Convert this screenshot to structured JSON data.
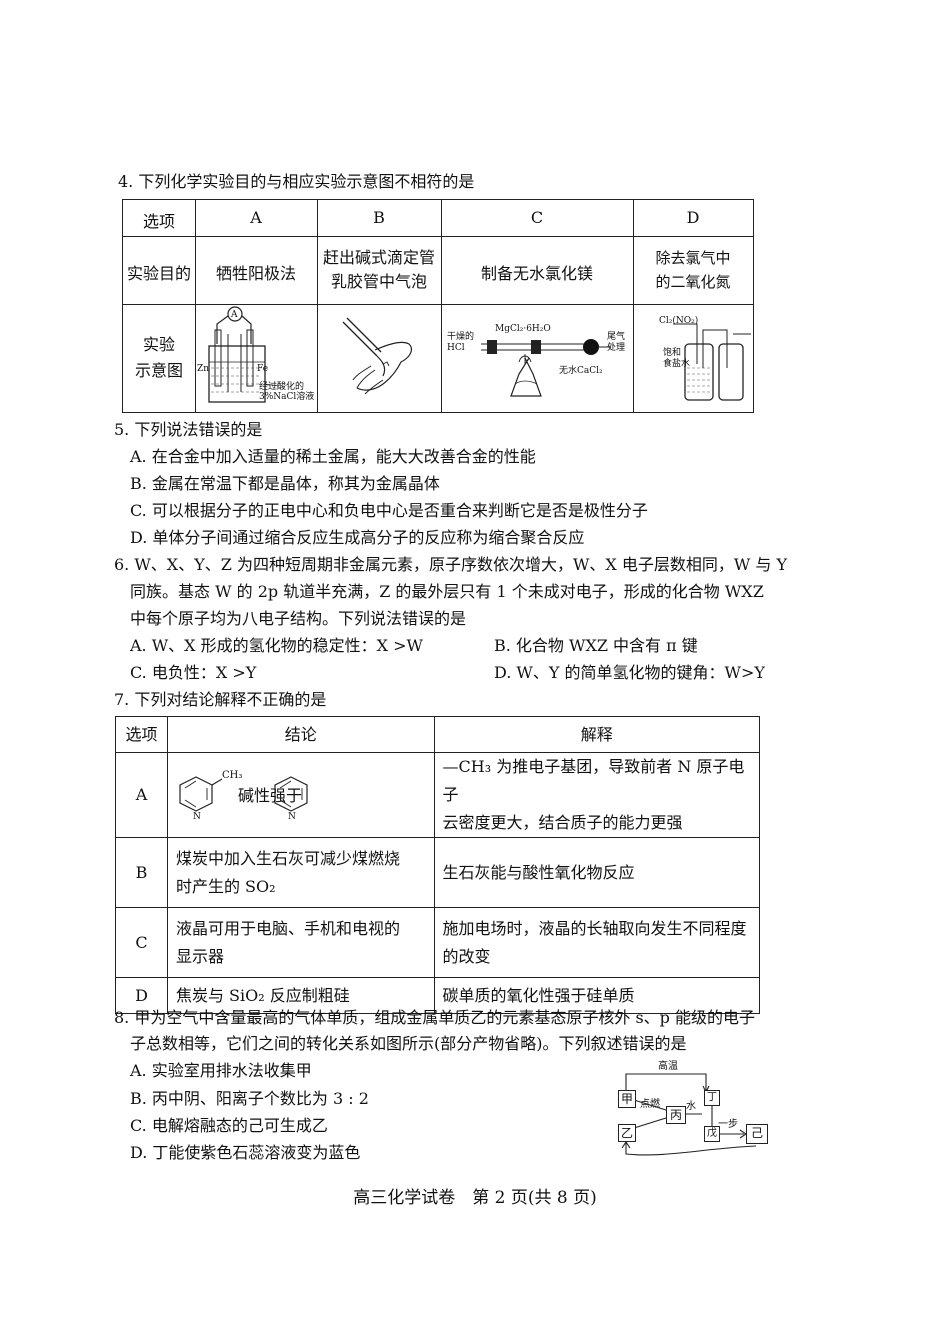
{
  "q4": {
    "stem": "4. 下列化学实验目的与相应实验示意图不相符的是",
    "headers": [
      "选项",
      "A",
      "B",
      "C",
      "D"
    ],
    "row1_label": "实验目的",
    "purpose_a": "牺牲阳极法",
    "purpose_b": [
      "赶出碱式滴定管",
      "乳胶管中气泡"
    ],
    "purpose_c": "制备无水氯化镁",
    "purpose_d": [
      "除去氯气中",
      "的二氧化氮"
    ],
    "row2_label": [
      "实验",
      "示意图"
    ],
    "diagram_a": {
      "meter": "A",
      "left": "Zn",
      "right": "Fe",
      "note": [
        "经过酸化的",
        "3%NaCl溶液"
      ]
    },
    "diagram_c": {
      "gas": [
        "干燥的",
        "HCl"
      ],
      "reagent": "MgCl₂·6H₂O",
      "tail": [
        "尾气",
        "处理"
      ],
      "dryer": "无水CaCl₂"
    },
    "diagram_d": {
      "gas": "Cl₂(NO₂)",
      "liquid": [
        "饱和",
        "食盐水"
      ]
    }
  },
  "q5": {
    "stem": "5. 下列说法错误的是",
    "options": [
      "A. 在合金中加入适量的稀土金属，能大大改善合金的性能",
      "B. 金属在常温下都是晶体，称其为金属晶体",
      "C. 可以根据分子的正电中心和负电中心是否重合来判断它是否是极性分子",
      "D. 单体分子间通过缩合反应生成高分子的反应称为缩合聚合反应"
    ]
  },
  "q6": {
    "lines": [
      "6. W、X、Y、Z 为四种短周期非金属元素，原子序数依次增大，W、X 电子层数相同，W 与 Y",
      "同族。基态 W 的 2p 轨道半充满，Z 的最外层只有 1 个未成对电子，形成的化合物 WXZ",
      "中每个原子均为八电子结构。下列说法错误的是"
    ],
    "opt_a": "A. W、X 形成的氢化物的稳定性：X >W",
    "opt_b": "B. 化合物 WXZ 中含有 π 键",
    "opt_c": "C.  电负性：X >Y",
    "opt_d": "D.  W、Y 的简单氢化物的键角：W>Y"
  },
  "q7": {
    "stem": "7. 下列对结论解释不正确的是",
    "headers": [
      "选项",
      "结论",
      "解释"
    ],
    "rows": [
      {
        "opt": "A",
        "conclusion": "碱性强于",
        "substituent": "CH₃",
        "ring_atom": "N",
        "explain": [
          "—CH₃ 为推电子基团，导致前者 N 原子电子",
          "云密度更大，结合质子的能力更强"
        ]
      },
      {
        "opt": "B",
        "conclusion": [
          "煤炭中加入生石灰可减少煤燃烧",
          "时产生的 SO₂"
        ],
        "explain": [
          "生石灰能与酸性氧化物反应"
        ]
      },
      {
        "opt": "C",
        "conclusion": [
          "液晶可用于电脑、手机和电视的",
          "显示器"
        ],
        "explain": [
          "施加电场时，液晶的长轴取向发生不同程度",
          "的改变"
        ]
      },
      {
        "opt": "D",
        "conclusion": [
          "焦炭与 SiO₂ 反应制粗硅"
        ],
        "explain": [
          "碳单质的氧化性强于硅单质"
        ]
      }
    ]
  },
  "q8": {
    "lines": [
      "8. 甲为空气中含量最高的气体单质，组成金属单质乙的元素基态原子核外 s、p 能级的电子",
      "子总数相等，它们之间的转化关系如图所示(部分产物省略)。下列叙述错误的是"
    ],
    "options": [
      "A. 实验室用排水法收集甲",
      "B. 丙中阴、阳离子个数比为 3 : 2",
      "C. 电解熔融态的己可生成乙",
      "D. 丁能使紫色石蕊溶液变为蓝色"
    ],
    "diagram": {
      "top": "高温",
      "jia": "甲",
      "yi": "乙",
      "bing": "丙",
      "ding": "丁",
      "wu": "戊",
      "ji": "己",
      "ignite": "点燃",
      "water": "水",
      "step": "一步"
    }
  },
  "footer": "高三化学试卷　第 2 页(共 8 页)"
}
